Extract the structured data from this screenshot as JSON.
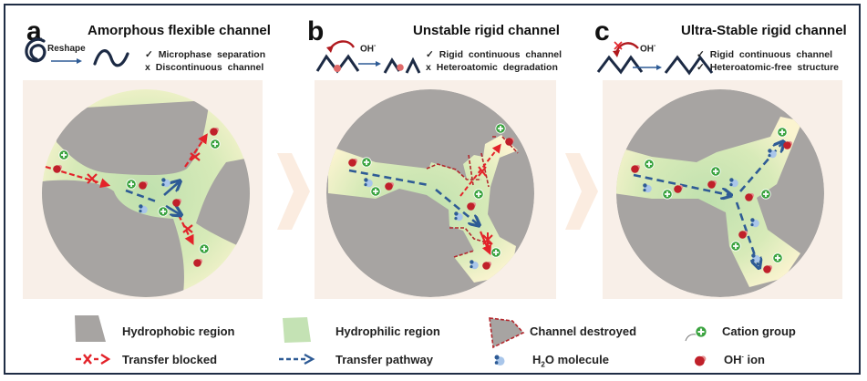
{
  "panels": [
    {
      "letter": "a",
      "title": "Amorphous flexible channel",
      "transform_label": "Reshape",
      "features": [
        {
          "mark": "✓",
          "text": "Microphase separation"
        },
        {
          "mark": "x",
          "text": "Discontinuous channel"
        }
      ]
    },
    {
      "letter": "b",
      "title": "Unstable rigid channel",
      "transform_label": "OH",
      "transform_label_sup": "-",
      "features": [
        {
          "mark": "✓",
          "text": "Rigid continuous channel"
        },
        {
          "mark": "x",
          "text": "Heteroatomic degradation"
        }
      ]
    },
    {
      "letter": "c",
      "title": "Ultra-Stable rigid channel",
      "transform_label": "OH",
      "transform_label_sup": "-",
      "features": [
        {
          "mark": "✓",
          "text": "Rigid continuous channel"
        },
        {
          "mark": "✓",
          "text": "Heteroatomic-free structure"
        }
      ]
    }
  ],
  "legend": {
    "hydrophobic": "Hydrophobic region",
    "hydrophilic": "Hydrophilic region",
    "destroyed": "Channel destroyed",
    "cation": "Cation group",
    "blocked": "Transfer blocked",
    "pathway": "Transfer pathway",
    "h2o_prefix": "H",
    "h2o_sub": "2",
    "h2o_suffix": "O molecule",
    "oh_prefix": "OH",
    "oh_sup": "-",
    "oh_suffix": " ion"
  },
  "colors": {
    "hydrophobic": "#a7a4a2",
    "hydrophilic": "#c4e2b4",
    "channel_edge": "#fbf3cf",
    "blocked": "#e3232a",
    "pathway": "#2e5b95",
    "destroyed_edge": "#b3282d",
    "cation": "#3aa33f",
    "oh_ion": "#c0202a",
    "h2o": "#a9c6ea",
    "panel_bg": "#f8efe8",
    "frame": "#1f2d45"
  }
}
